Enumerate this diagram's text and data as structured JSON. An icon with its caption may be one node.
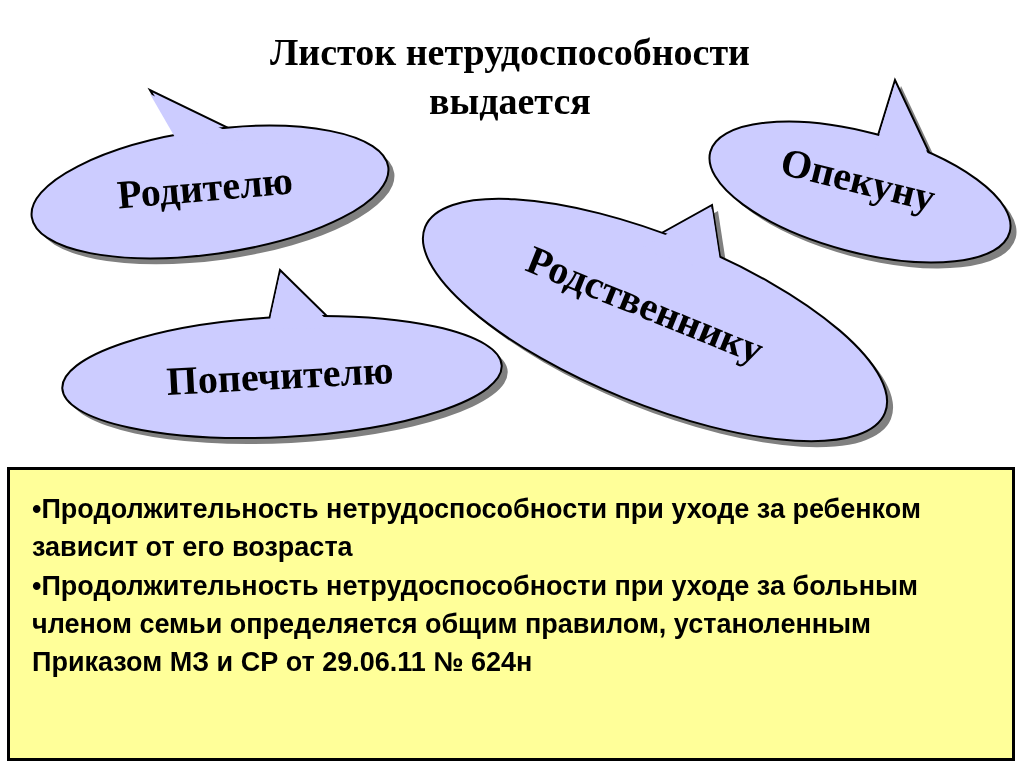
{
  "diagram": {
    "title": "Листок нетрудоспособности выдается",
    "nodes": [
      {
        "text": [
          "Родителю"
        ]
      },
      {
        "text": [
          "Опекуну"
        ]
      },
      {
        "text": [
          "Родственнику"
        ]
      },
      {
        "text": [
          "Попечителю"
        ]
      },
      {
        "text": [
          "•Продолжительность нетрудоспособности при уходе за ребенком зависит от  его возраста",
          "•Продолжительность нетрудоспособности при уходе за больным членом семьи определяется общим правилом, устаноленным Приказом МЗ и СР от 29.06.11 № 624н"
        ]
      }
    ],
    "edges": []
  }
}
